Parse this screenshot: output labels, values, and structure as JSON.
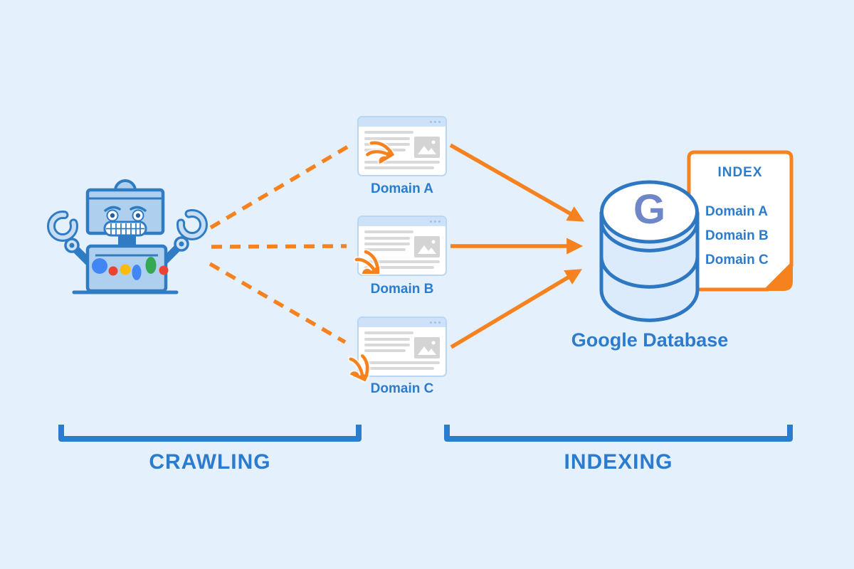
{
  "stages": {
    "crawling": "CRAWLING",
    "indexing": "INDEXING"
  },
  "webpages": [
    {
      "label": "Domain A"
    },
    {
      "label": "Domain B"
    },
    {
      "label": "Domain C"
    }
  ],
  "database": {
    "letter": "G",
    "label": "Google Database"
  },
  "index_card": {
    "title": "INDEX",
    "entries": [
      "Domain A",
      "Domain B",
      "Domain C"
    ]
  },
  "icons": {
    "crawler": "googlebot-robot",
    "spider": "spider-bug",
    "database": "database-cylinder",
    "index_document": "folded-page"
  },
  "colors": {
    "background": "#e4f0fc",
    "blue_text": "#2b7cce",
    "blue_stroke": "#2f7cc4",
    "orange": "#f5821e",
    "g_letter": "#6f86c9"
  }
}
